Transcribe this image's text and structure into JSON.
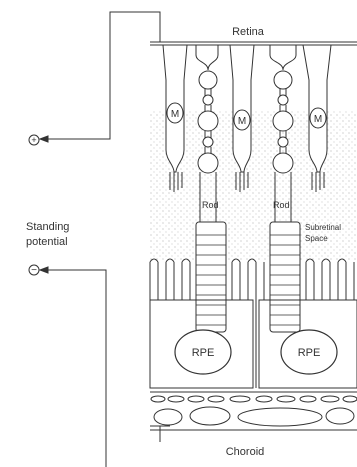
{
  "labels": {
    "retina": "Retina",
    "choroid": "Choroid",
    "plus": "+",
    "minus": "−",
    "standing_1": "Standing",
    "standing_2": "potential",
    "muller": "M",
    "rod": "Rod",
    "subretinal_1": "Subretinal",
    "subretinal_2": "Space",
    "rpe": "RPE"
  },
  "colors": {
    "line": "#333333",
    "text": "#333333",
    "stipple": "#9a9a9a",
    "background": "#ffffff"
  }
}
